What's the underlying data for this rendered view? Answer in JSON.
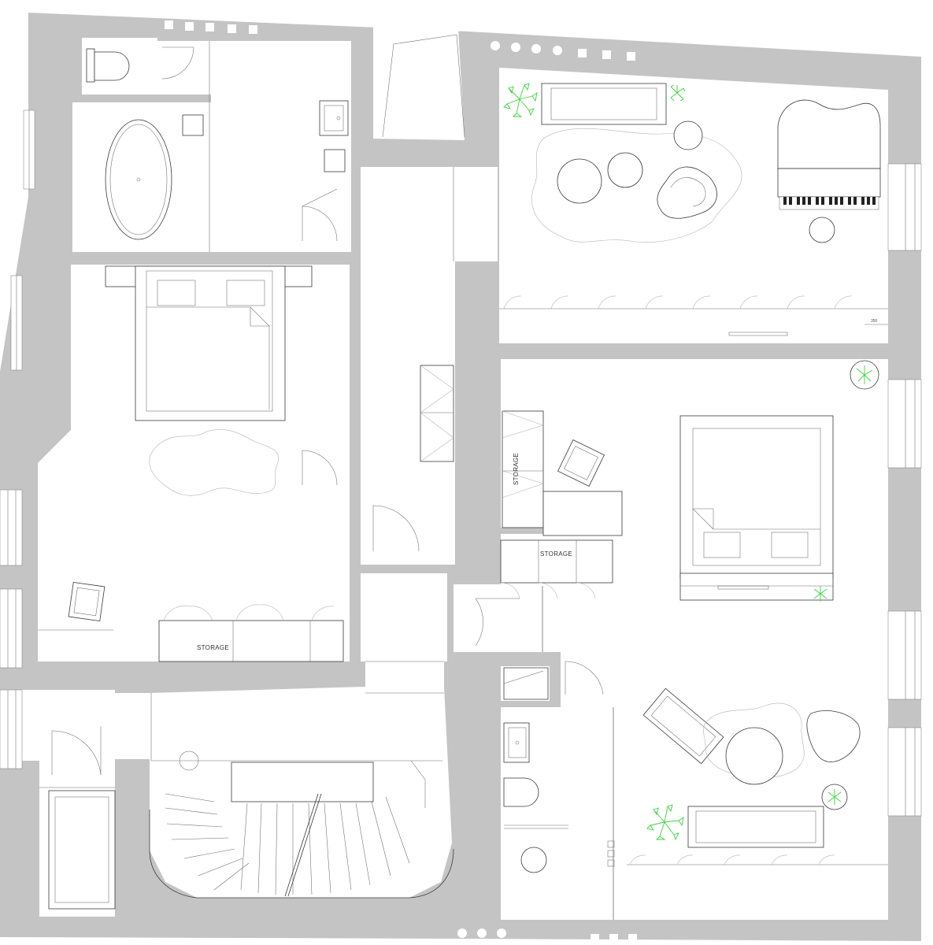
{
  "plan": {
    "labels": {
      "storage_bedroom1": "STORAGE",
      "storage_closet_vertical": "STORAGE",
      "storage_closet_horizontal": "STORAGE",
      "dimension_note": "350"
    },
    "colors": {
      "wall": "#c4c4c4",
      "line": "#3a3a3a",
      "plant": "#3ad33a",
      "background": "#ffffff"
    }
  }
}
